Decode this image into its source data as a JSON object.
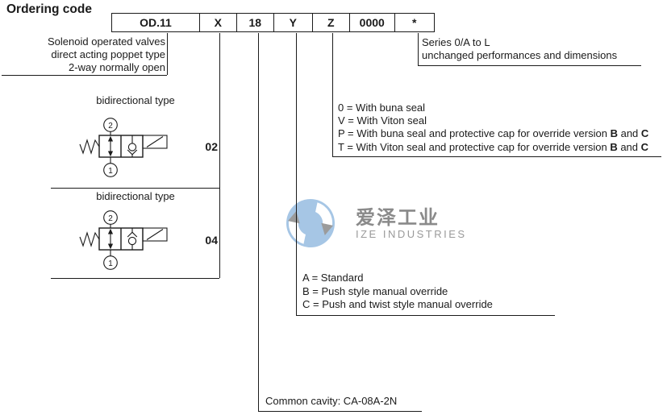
{
  "title": "Ordering code",
  "colors": {
    "ink": "#1b1b1b",
    "logo_blue": "#a6c6e5",
    "logo_text_gray": "#8a8a8a",
    "logo_sub_gray": "#9a9a9a"
  },
  "code_boxes": [
    {
      "label": "OD.11"
    },
    {
      "label": "X"
    },
    {
      "label": "18"
    },
    {
      "label": "Y"
    },
    {
      "label": "Z"
    },
    {
      "label": "0000"
    },
    {
      "label": "*"
    }
  ],
  "product": {
    "line1": "Solenoid operated valves",
    "line2": "direct acting poppet type",
    "line3": "2-way normally open"
  },
  "series": {
    "line1": "Series 0/A to L",
    "line2": "unchanged performances and dimensions"
  },
  "valve_sections": [
    {
      "title": "bidirectional type",
      "code": "02",
      "port_top": "2",
      "port_bottom": "1"
    },
    {
      "title": "bidirectional type",
      "code": "04",
      "port_top": "2",
      "port_bottom": "1"
    }
  ],
  "seal_options": [
    {
      "pre": "0 = With buna seal",
      "b1": "",
      "mid": "",
      "b2": ""
    },
    {
      "pre": "V = With Viton seal",
      "b1": "",
      "mid": "",
      "b2": ""
    },
    {
      "pre": "P = With buna seal and protective cap for override version ",
      "b1": "B",
      "mid": " and ",
      "b2": "C"
    },
    {
      "pre": "T = With Viton seal and protective cap for override version ",
      "b1": "B",
      "mid": " and ",
      "b2": "C"
    }
  ],
  "override_options": [
    {
      "text": "A = Standard"
    },
    {
      "text": "B = Push style manual override"
    },
    {
      "text": "C = Push and twist style manual override"
    }
  ],
  "cavity": {
    "text": "Common cavity: CA-08A-2N"
  },
  "watermark": {
    "cn": "爱泽工业",
    "en": "IZE INDUSTRIES"
  }
}
